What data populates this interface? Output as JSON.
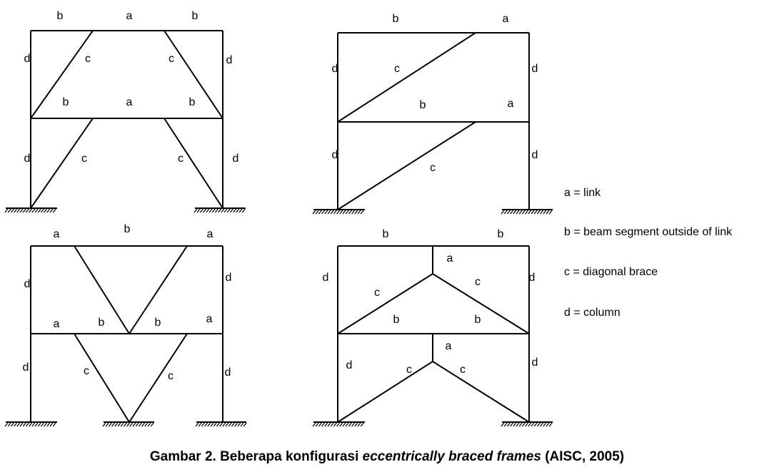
{
  "frames": [
    {
      "id": "frame-1",
      "labels": [
        "b",
        "a",
        "b",
        "d",
        "c",
        "c",
        "d",
        "b",
        "a",
        "b",
        "d",
        "c",
        "c",
        "d"
      ]
    },
    {
      "id": "frame-2",
      "labels": [
        "b",
        "a",
        "d",
        "c",
        "d",
        "b",
        "a",
        "d",
        "c",
        "d"
      ]
    },
    {
      "id": "frame-3",
      "labels": [
        "a",
        "b",
        "a",
        "d",
        "d",
        "a",
        "b",
        "b",
        "a",
        "d",
        "c",
        "c",
        "d"
      ]
    },
    {
      "id": "frame-4",
      "labels": [
        "b",
        "b",
        "a",
        "d",
        "c",
        "c",
        "d",
        "b",
        "b",
        "a",
        "d",
        "c",
        "c",
        "d"
      ]
    }
  ],
  "legend": [
    "a = link",
    "b = beam segment outside of link",
    "c = diagonal brace",
    "d = column"
  ],
  "caption": {
    "prefix": "Gambar 2. Beberapa konfigurasi ",
    "italic": "eccentrically braced frames",
    "suffix": " (AISC, 2005)"
  }
}
